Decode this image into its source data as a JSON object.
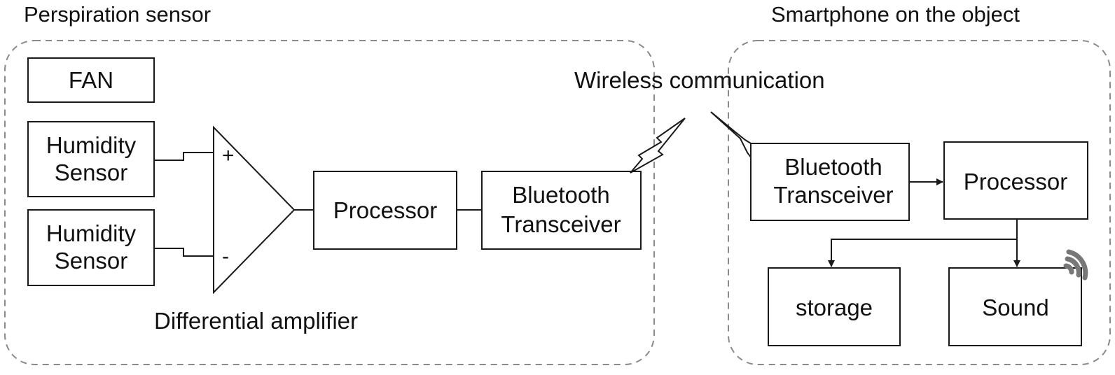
{
  "sensor_group": {
    "title": "Perspiration sensor",
    "fan": "FAN",
    "humidity_1": [
      "Humidity",
      "Sensor"
    ],
    "humidity_2": [
      "Humidity",
      "Sensor"
    ],
    "amp_plus": "+",
    "amp_minus": "-",
    "amp_label": "Differential amplifier",
    "processor": "Processor",
    "bluetooth": [
      "Bluetooth",
      "Transceiver"
    ]
  },
  "wireless_label": "Wireless communication",
  "phone_group": {
    "title": "Smartphone on the object",
    "bluetooth": [
      "Bluetooth",
      "Transceiver"
    ],
    "processor": "Processor",
    "storage": "storage",
    "sound": "Sound"
  },
  "colors": {
    "line": "#1a1a1a",
    "group_border": "#8a8a8a",
    "sound_waves": "#777777"
  },
  "icons": [
    "lightning-bolt-icon",
    "sound-waves-icon",
    "arrow-head-icon"
  ]
}
